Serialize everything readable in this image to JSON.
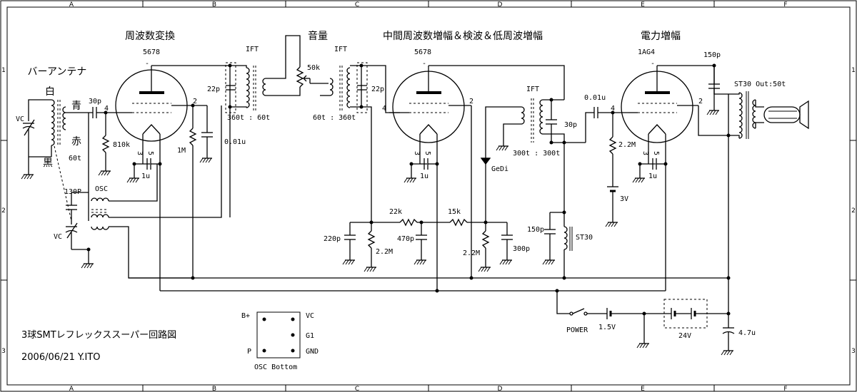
{
  "border": {
    "cols": [
      "A",
      "B",
      "C",
      "D",
      "E",
      "F"
    ],
    "rows": [
      "1",
      "2",
      "3"
    ]
  },
  "stages": {
    "converter": "周波数変換",
    "if_amp": "中間周波数増幅＆検波＆低周波増幅",
    "power": "電力増幅",
    "volume": "音量",
    "antenna": "バーアンテナ"
  },
  "antenna_wires": {
    "white": "白",
    "blue": "青",
    "red": "赤",
    "black": "黒"
  },
  "tubes": {
    "t1": "5678",
    "t2": "5678",
    "t3": "1AG4"
  },
  "pins": {
    "p4": "4",
    "p2": "2",
    "p3": "3",
    "p5": "5"
  },
  "components": {
    "vc": "VC",
    "c30p": "30p",
    "r810k": "810k",
    "osc": "OSC",
    "t60t": "60t",
    "c130p": "130P",
    "c1u": "1u",
    "r1m": "1M",
    "c001u": "0.01u",
    "c22p": "22p",
    "ift": "IFT",
    "r50k": "50k",
    "t360_60": "360t : 60t",
    "t60_360": "60t : 360t",
    "gedi": "GeDi",
    "t300": "300t : 300t",
    "c30p2": "30p",
    "r22k": "22k",
    "r15k": "15k",
    "c220p": "220p",
    "c470p": "470p",
    "r22m": "2.2M",
    "c300p": "300p",
    "c150p": "150p",
    "st30": "ST30",
    "c001u2": "0.01u",
    "b3v": "3V",
    "st30out": "ST30 Out:50t",
    "c150p_top": "150p",
    "power_sw": "POWER",
    "b15v": "1.5V",
    "b24v": "24V",
    "c47u": "4.7u"
  },
  "osc_bottom": {
    "bplus": "B+",
    "vc": "VC",
    "g1": "G1",
    "p": "P",
    "gnd": "GND",
    "caption": "OSC Bottom"
  },
  "footer": {
    "title": "3球SMTレフレックススーパー回路図",
    "date": "2006/06/21 Y.ITO"
  }
}
